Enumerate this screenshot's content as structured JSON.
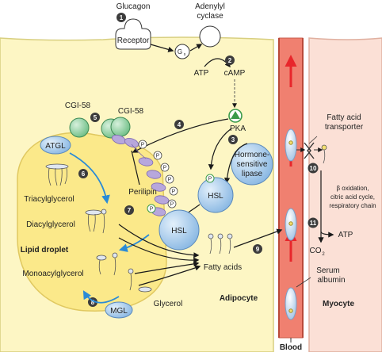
{
  "labels": {
    "glucagon": "Glucagon",
    "adenylyl_cyclase_1": "Adenylyl",
    "adenylyl_cyclase_2": "cyclase",
    "receptor": "Receptor",
    "gs_main": "G",
    "gs_sub": "s",
    "atp_top": "ATP",
    "camp": "cAMP",
    "pka": "PKA",
    "cgi58_left": "CGI-58",
    "cgi58_right": "CGI-58",
    "atgl": "ATGL",
    "hsl_lipase_1": "Hormone-",
    "hsl_lipase_2": "sensitive",
    "hsl_lipase_3": "lipase",
    "hsl_upper": "HSL",
    "hsl_lower": "HSL",
    "perilipin": "Perilipin",
    "triacylglycerol": "Triacylglycerol",
    "diacylglycerol": "Diacylglycerol",
    "lipid_droplet": "Lipid droplet",
    "monoacylglycerol": "Monoacylglycerol",
    "mgl": "MGL",
    "glycerol": "Glycerol",
    "fatty_acids": "Fatty acids",
    "adipocyte": "Adipocyte",
    "fatty_acid_transporter_1": "Fatty acid",
    "fatty_acid_transporter_2": "transporter",
    "beta_ox_1": "β oxidation,",
    "beta_ox_2": "citric acid cycle,",
    "beta_ox_3": "respiratory chain",
    "atp_right": "ATP",
    "co2": "CO",
    "co2_sub": "2",
    "serum_albumin_1": "Serum",
    "serum_albumin_2": "albumin",
    "myocyte": "Myocyte",
    "blood": "Blood",
    "phospho": "P"
  },
  "steps": [
    "1",
    "2",
    "3",
    "4",
    "5",
    "6",
    "7",
    "8",
    "9",
    "10",
    "11"
  ],
  "colors": {
    "adipocyte_fill": "#fdf6c4",
    "droplet_fill": "#fbe98a",
    "blood_vessel": "#f08070",
    "myocyte_fill": "#fbe0d6",
    "protein_green": "#8dcfa0",
    "protein_blue": "#a8cdee",
    "perilipin_purple": "#b7a7dc",
    "pka_green": "#3a9a4a",
    "flow_red": "#e8262b",
    "flow_blue": "#2a8bd6"
  }
}
